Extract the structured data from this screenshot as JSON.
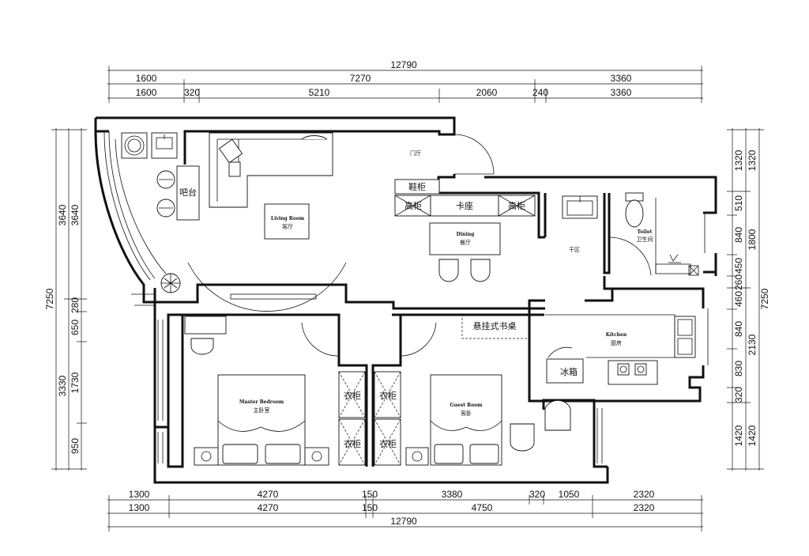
{
  "dimensions": {
    "top_total": "12790",
    "top_row1": [
      "1600",
      "7270",
      "3360"
    ],
    "top_row2": [
      "1600",
      "320",
      "5210",
      "2060",
      "240",
      "3360"
    ],
    "bottom_row1": [
      "1300",
      "4270",
      "150",
      "3380",
      "320",
      "1050",
      "2320"
    ],
    "bottom_row2": [
      "1300",
      "4270",
      "150",
      "4750",
      "2320"
    ],
    "bottom_total": "12790",
    "left_total": "7250",
    "left_row1": [
      "3640",
      "280",
      "650",
      "1730",
      "950"
    ],
    "left_sub": "3330",
    "left_row2": [
      "3640"
    ],
    "right_row1": [
      "1320",
      "510",
      "840",
      "450",
      "260",
      "460",
      "840",
      "830",
      "320",
      "1420"
    ],
    "right_row2": [
      "1320",
      "1800",
      "2130",
      "1420"
    ],
    "right_total": "7250"
  },
  "rooms": {
    "living_en": "Living Room",
    "living_cn": "客厅",
    "dining_en": "Dining",
    "dining_cn": "餐厅",
    "entry_cn": "门厅",
    "dry_cn": "干区",
    "toilet_en": "Toilet",
    "toilet_cn": "卫生间",
    "kitchen_en": "Kitchen",
    "kitchen_cn": "厨房",
    "master_en": "Master Bedroom",
    "master_cn": "主卧室",
    "guest_en": "Guest Room",
    "guest_cn": "客卧"
  },
  "labels": {
    "bar": "吧台",
    "shoe_cabinet": "鞋柜",
    "tall_cabinet_left": "高柜",
    "booth": "卡座",
    "tall_cabinet_right": "高柜",
    "hanging_desk": "悬挂式书桌",
    "fridge": "冰箱",
    "wardrobe_1": "衣柜",
    "wardrobe_2": "衣柜",
    "wardrobe_3": "衣柜",
    "wardrobe_4": "衣柜"
  }
}
